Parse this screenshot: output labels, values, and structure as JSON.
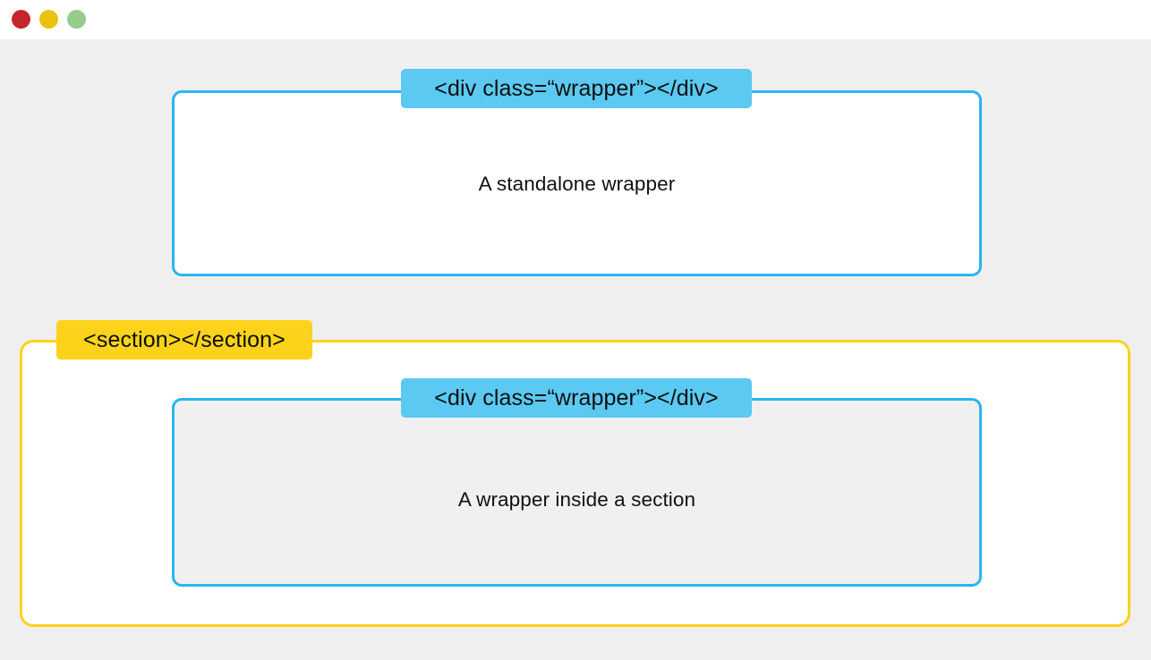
{
  "window": {
    "traffic_lights": [
      {
        "name": "close",
        "color": "#c4262b"
      },
      {
        "name": "minimize",
        "color": "#e8c20c"
      },
      {
        "name": "maximize",
        "color": "#95cc8a"
      }
    ]
  },
  "theme": {
    "page_background": "#efefef",
    "titlebar_background": "#ffffff",
    "wrapper_border": "#29b6f0",
    "wrapper_tag_background": "#5bc9f2",
    "section_border": "#fcd21a",
    "section_tag_background": "#fcd31a",
    "text_color": "#111111",
    "wrapper_fill_standalone": "#ffffff",
    "wrapper_fill_nested": "#f0f0f0",
    "section_fill": "#ffffff"
  },
  "diagram": {
    "standalone_wrapper": {
      "tag_label": "<div class=“wrapper”></div>",
      "caption": "A standalone wrapper"
    },
    "section": {
      "tag_label": "<section></section>",
      "nested_wrapper": {
        "tag_label": "<div class=“wrapper”></div>",
        "caption": "A wrapper inside a section"
      }
    }
  }
}
